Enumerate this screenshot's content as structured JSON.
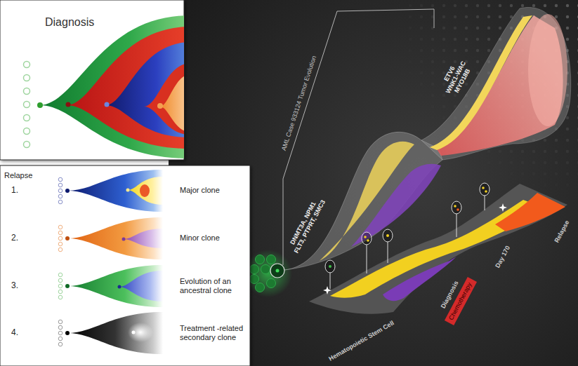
{
  "diagram": {
    "nodes": [
      {
        "text": [
          "Chemotherapy"
        ]
      }
    ],
    "labels": [
      "Diagnosis",
      "Relapse",
      "1.",
      "Major clone",
      "2.",
      "Minor clone",
      "3.",
      "Evolution of an ancestral clone",
      "4.",
      "Treatment -related secondary clone",
      "AML Case 933124 Tumor Evolution",
      "ETV6",
      "WNK1-WAC",
      "MYO18B",
      "DNMT3A, NPM1",
      "FLT3, PTPRT, SMC3",
      "Hematopoietic Stem Cell",
      "Diagnosis",
      "Day 170",
      "Relapse"
    ]
  }
}
